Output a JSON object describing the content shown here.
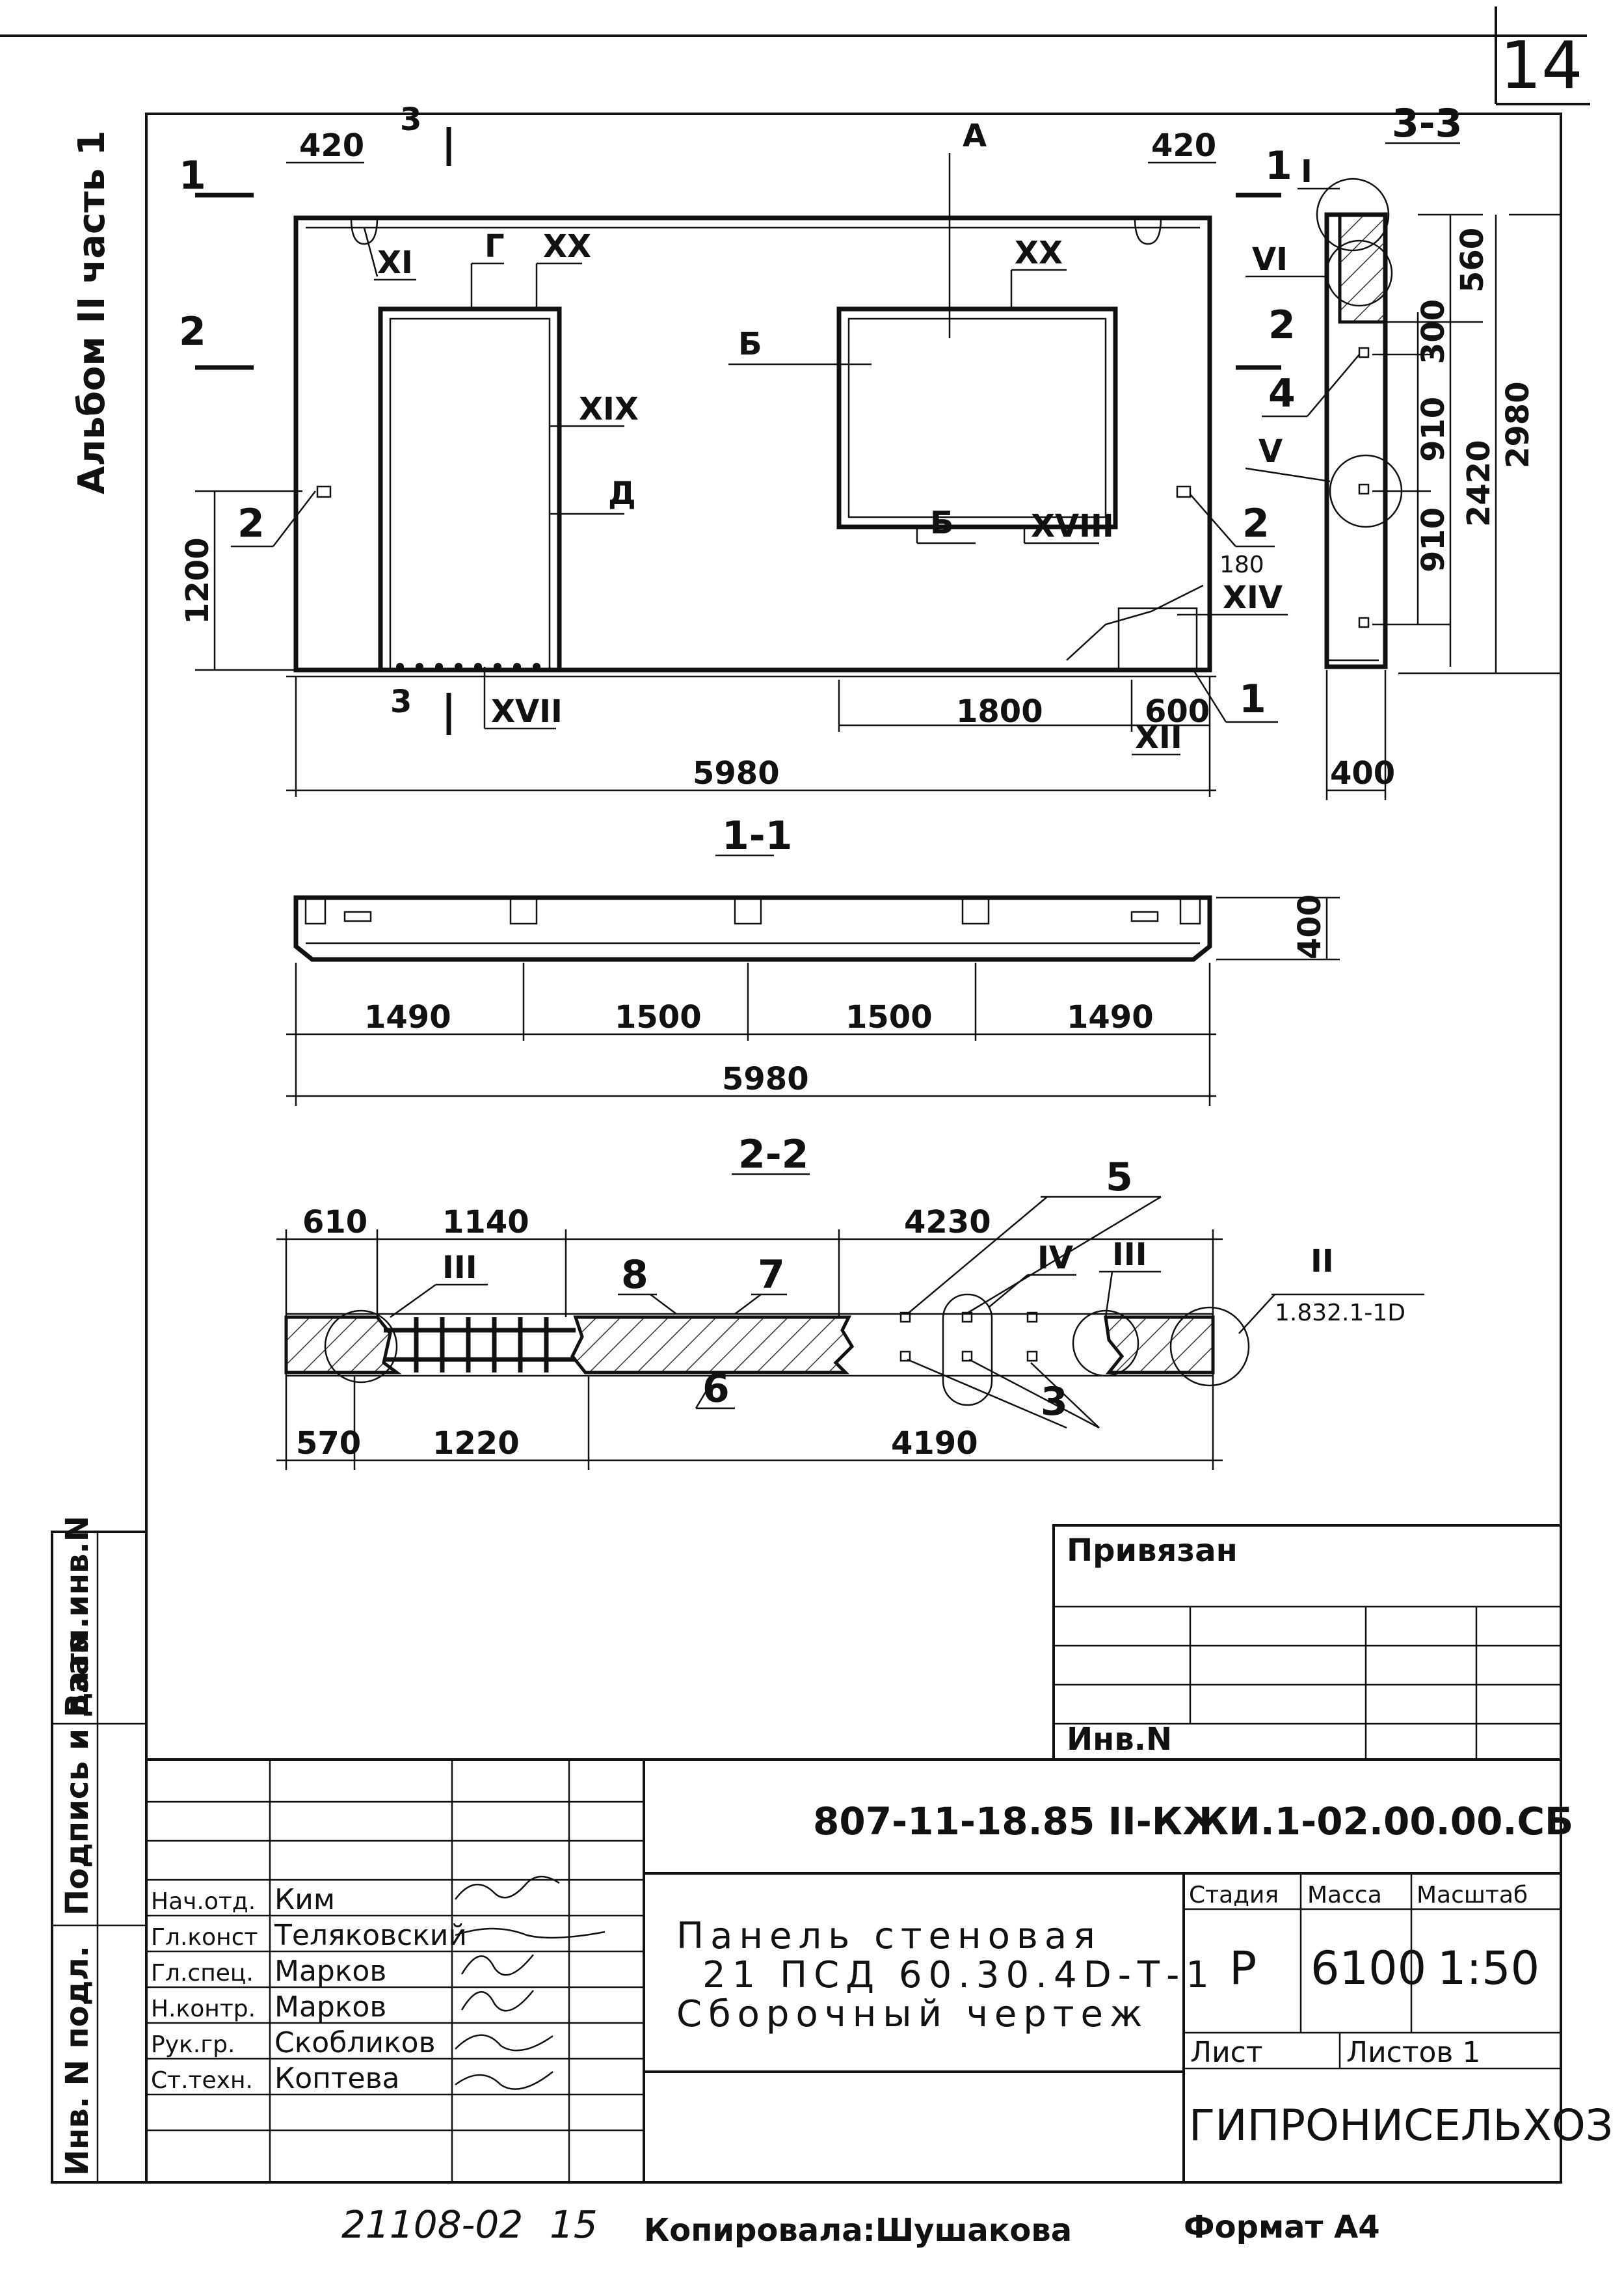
{
  "sheet_number": "14",
  "side_label": "Альбом II часть 1",
  "main_view": {
    "section_marks": {
      "s1": "1",
      "s2": "2",
      "s3": "3",
      "s33": "3-3"
    },
    "dims": {
      "top_left": "420",
      "top_right": "420",
      "height_left": "1200",
      "bottom_1800": "1800",
      "bottom_600": "600",
      "total": "5980",
      "d180": "180"
    },
    "labels": {
      "XI": "XI",
      "G": "Г",
      "XX1": "XX",
      "XX2": "XX",
      "A": "А",
      "B1": "Б",
      "B2": "Б",
      "XIX": "XIX",
      "D": "Д",
      "XVIII": "XVIII",
      "XIV": "XIV",
      "XII": "XII",
      "XVII": "XVII",
      "p1": "1",
      "p2a": "2",
      "p2b": "2",
      "I": "I",
      "VI": "VI",
      "V": "V",
      "p4": "4"
    }
  },
  "section_33": {
    "dims": {
      "d560": "560",
      "d300": "300",
      "d910a": "910",
      "d910b": "910",
      "d2420": "2420",
      "d2980": "2980",
      "d400": "400"
    }
  },
  "section_11": {
    "title": "1-1",
    "dims": {
      "d1490a": "1490",
      "d1500a": "1500",
      "d1500b": "1500",
      "d1490b": "1490",
      "total": "5980",
      "h400": "400"
    }
  },
  "section_22": {
    "title": "2-2",
    "dims": {
      "d610": "610",
      "d1140": "1140",
      "d4230": "4230",
      "d570": "570",
      "d1220": "1220",
      "d4190": "4190"
    },
    "labels": {
      "III1": "III",
      "III2": "III",
      "IV": "IV",
      "II": "II",
      "ref": "1.832.1-1D",
      "n5": "5",
      "n8": "8",
      "n7": "7",
      "n6": "6",
      "n3": "3"
    }
  },
  "privyazan": {
    "title": "Привязан",
    "inv": "Инв.N"
  },
  "left_strip": {
    "a": "Инв. N подл.",
    "b": "Подпись и дата",
    "c": "Взам.инв.N"
  },
  "title_block": {
    "doc_code": "807-11-18.85 II-КЖИ.1-02.00.00.СБ",
    "name_line1": "Панель стеновая",
    "name_line2": "21 ПСД 60.30.4D-Т-1",
    "name_line3": "Сборочный чертеж",
    "stage_label": "Стадия",
    "mass_label": "Масса",
    "scale_label": "Масштаб",
    "stage": "Р",
    "mass": "6100",
    "scale": "1:50",
    "sheet_label": "Лист",
    "sheets_label": "Листов 1",
    "org": "ГИПРОНИСЕЛЬХОЗ",
    "signers": [
      {
        "role": "Нач.отд.",
        "name": "Ким"
      },
      {
        "role": "Гл.конст",
        "name": "Теляковский"
      },
      {
        "role": "Гл.спец.",
        "name": "Марков"
      },
      {
        "role": "Н.контр.",
        "name": "Марков"
      },
      {
        "role": "Рук.гр.",
        "name": "Скобликов"
      },
      {
        "role": "Ст.техн.",
        "name": "Коптева"
      }
    ]
  },
  "footer": {
    "number": "21108-02",
    "page": "15",
    "copied": "Копировала:Шушакова",
    "format": "Формат А4"
  }
}
